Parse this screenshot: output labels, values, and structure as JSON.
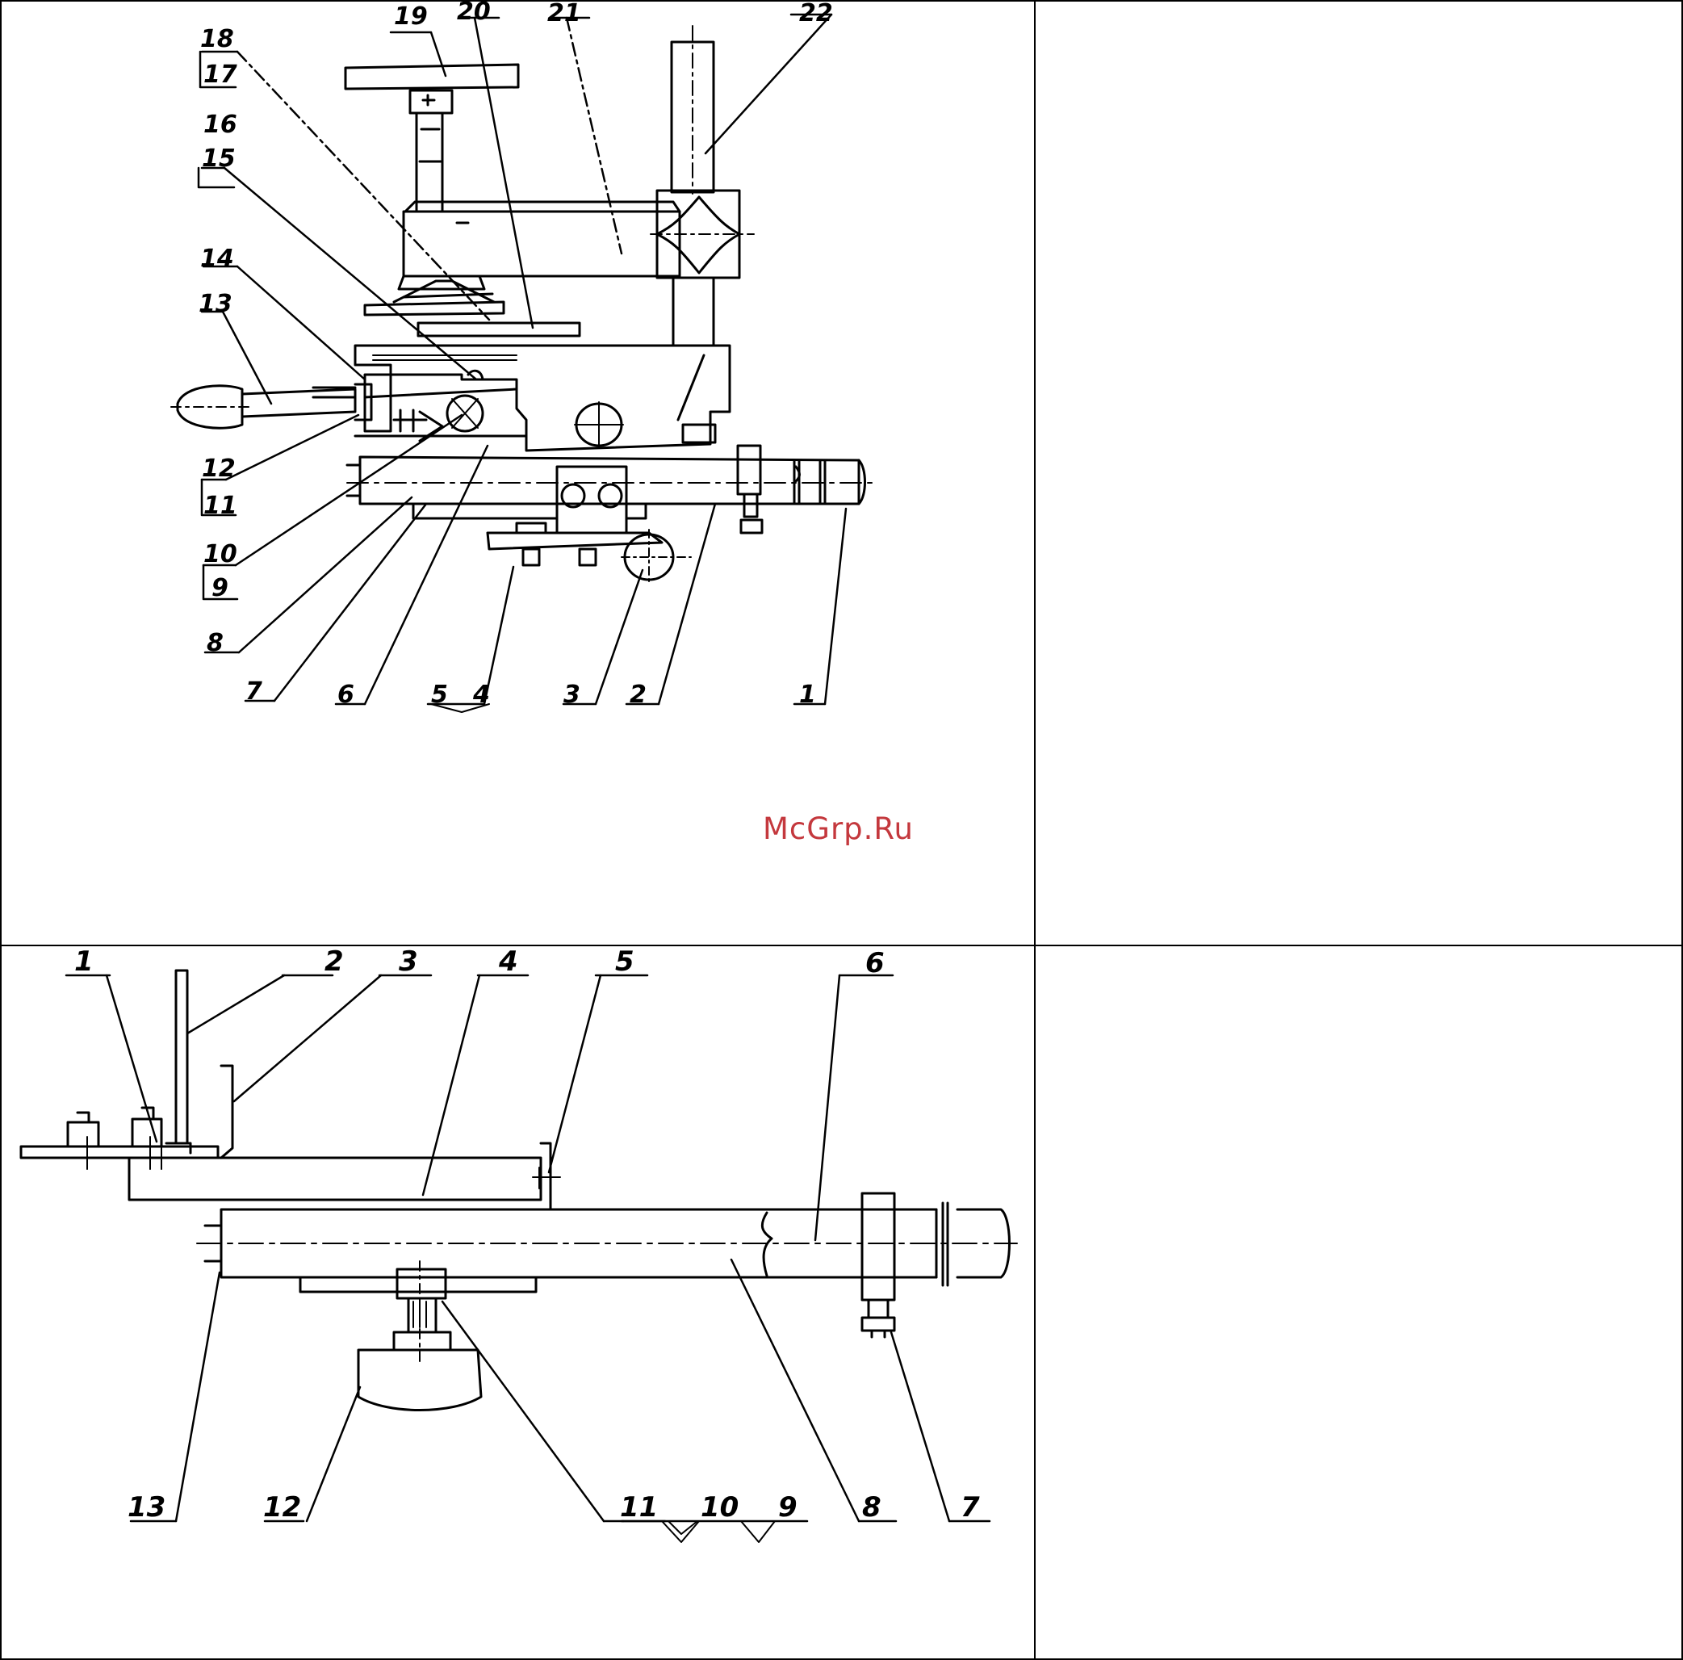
{
  "watermark": "McGrp.Ru",
  "watermark_color": "#c4383d",
  "diagram_top": {
    "labels": {
      "n19": "19",
      "n20": "20",
      "n21": "21",
      "n22": "22",
      "n18": "18",
      "n17": "17",
      "n16": "16",
      "n15": "15",
      "n14": "14",
      "n13": "13",
      "n12": "12",
      "n11": "11",
      "n10": "10",
      "n9": "9",
      "n8": "8",
      "n7": "7",
      "n6": "6",
      "n5": "5",
      "n4": "4",
      "n3": "3",
      "n2": "2",
      "n1": "1"
    }
  },
  "diagram_bottom": {
    "labels": {
      "n1": "1",
      "n2": "2",
      "n3": "3",
      "n4": "4",
      "n5": "5",
      "n6": "6",
      "n7": "7",
      "n8": "8",
      "n9": "9",
      "n10": "10",
      "n11": "11",
      "n12": "12",
      "n13": "13"
    }
  }
}
